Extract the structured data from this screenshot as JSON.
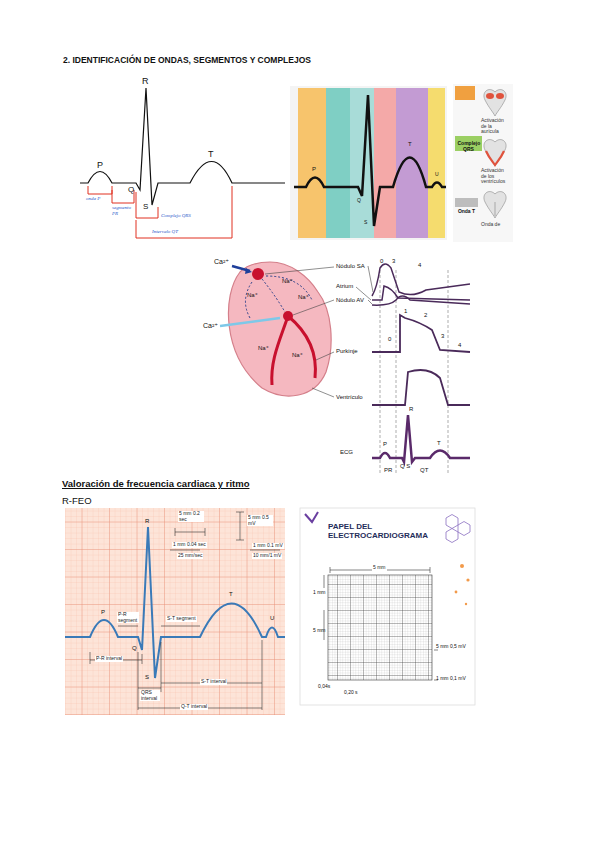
{
  "diagram": {
    "title": "2. IDENTIFICACIÓN DE ONDAS, SEGMENTOS Y COMPLEJOS",
    "nodes": [
      {
        "text": [
          "Complejo QRS"
        ]
      },
      {
        "text": [
          "Onda T"
        ]
      }
    ],
    "labels": [
      "P",
      "R",
      "Q",
      "S",
      "T",
      "onda P",
      "segmento PR",
      "Complejo QRS",
      "Intervalo QT",
      "P",
      "Q",
      "S",
      "T",
      "U",
      "Activación de la aurícula",
      "Activación de los ventrículos",
      "Onda de",
      "Ca²⁺",
      "Na⁺",
      "Na⁺",
      "Na⁺",
      "Ca²⁺",
      "Na⁺",
      "Na⁺",
      "Nódulo SA",
      "Atrium",
      "Nódulo AV",
      "Purkinje",
      "Ventrículo",
      "ECG",
      "0",
      "3",
      "4",
      "0",
      "1",
      "2",
      "3",
      "4",
      "R",
      "P",
      "Q S",
      "T",
      "PR",
      "QT",
      "Valoración de frecuencia cardiaca y ritmo",
      "R-FEO",
      "5 mm 0.2 sec",
      "5 mm 0.5 mV",
      "1 mm 0.04 sec",
      "25 mm/sec",
      "1 mm 0.1 mV",
      "10 mm/1 mV",
      "R",
      "P",
      "P-R segment",
      "S-T segment",
      "T",
      "U",
      "Q",
      "S",
      "P-R interval",
      "QRS interval",
      "S-T interval",
      "Q-T interval",
      "PAPEL DEL ELECTROCARDIOGRAMA",
      "5 mm",
      "1 mm",
      "5 mm",
      "5 mm 0,5 mV",
      "1 mm 0,1 mV",
      "0,04s",
      "0,20 s"
    ]
  }
}
